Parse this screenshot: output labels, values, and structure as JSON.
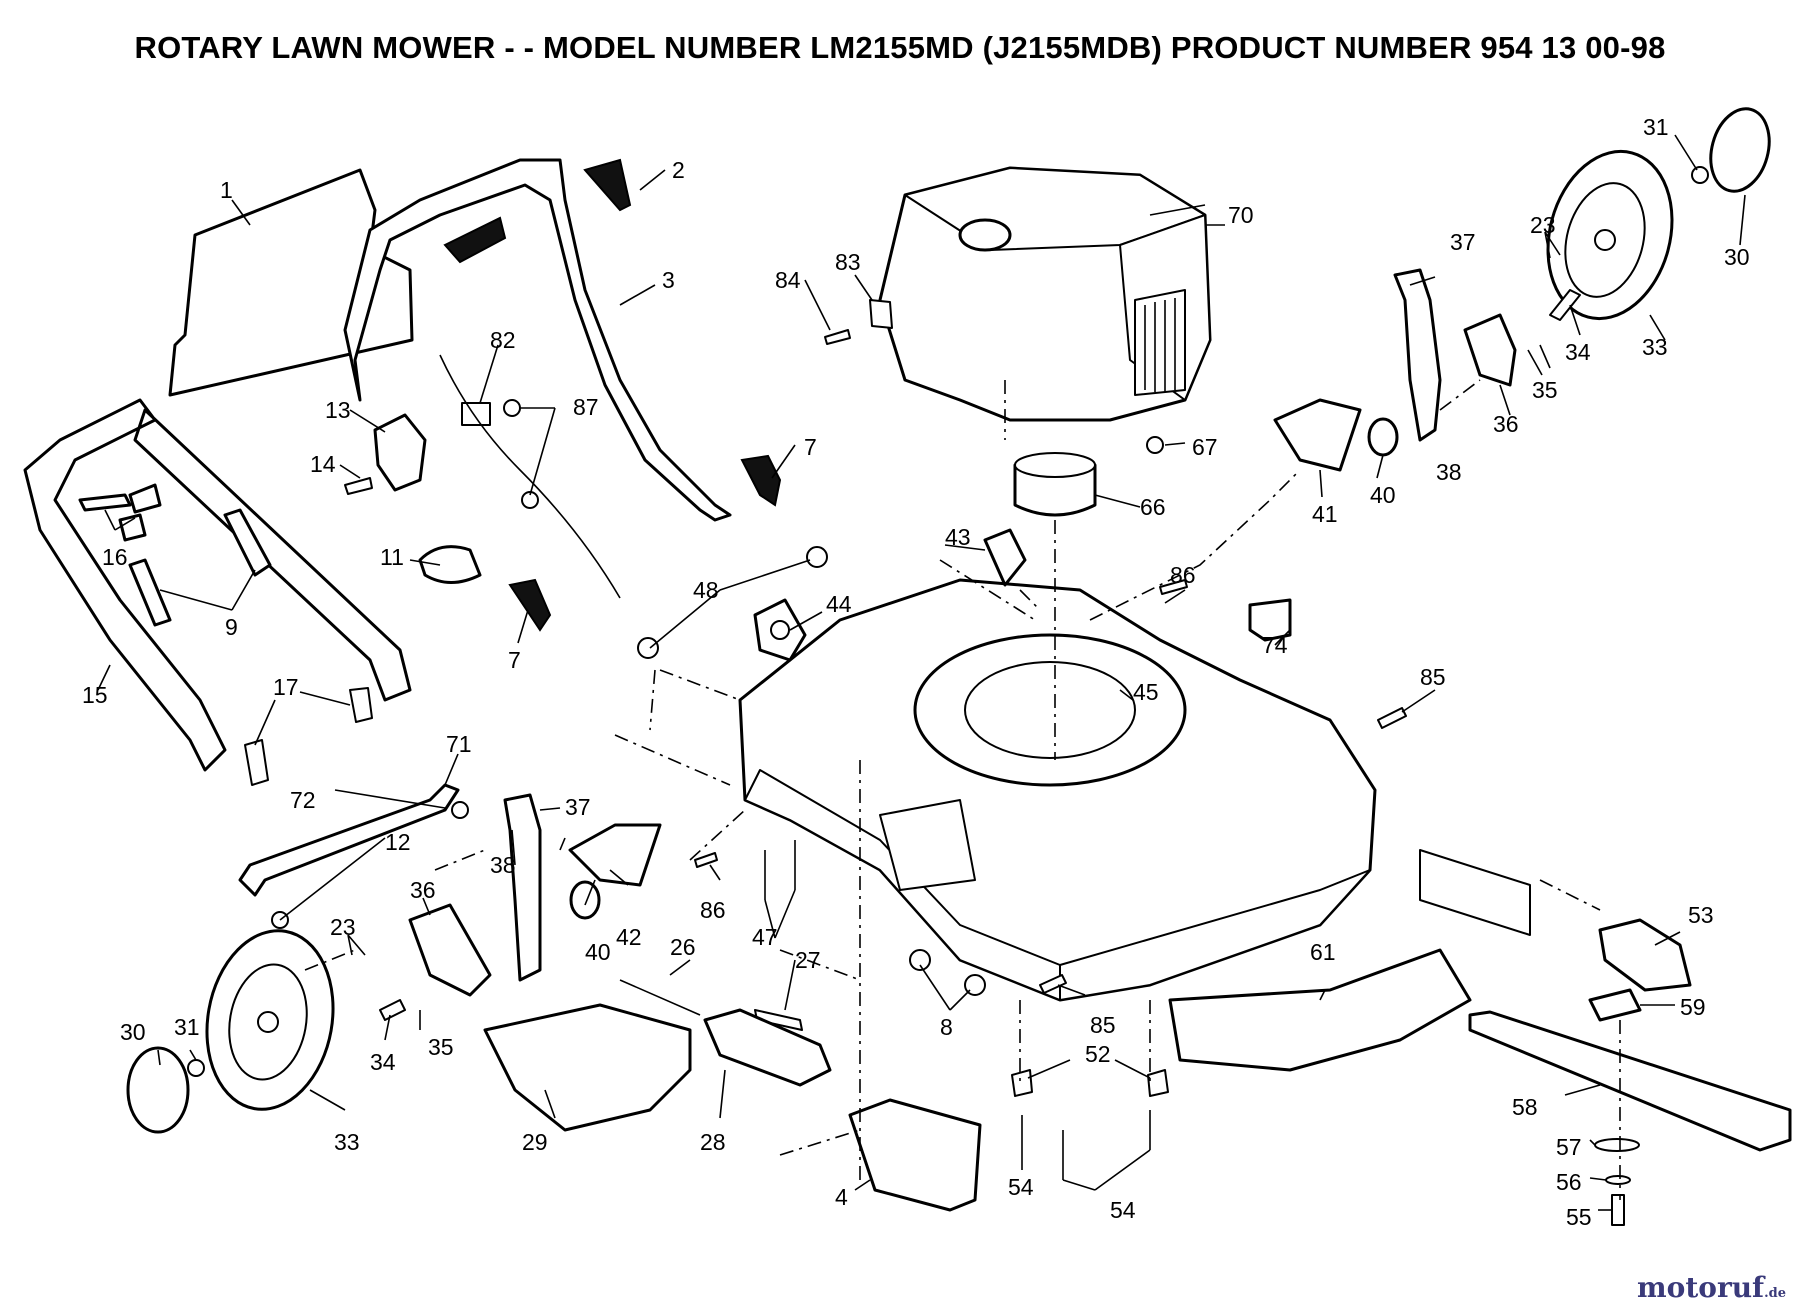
{
  "title": "ROTARY LAWN MOWER - - MODEL NUMBER LM2155MD (J2155MDB)  PRODUCT NUMBER  954 13 00-98",
  "watermark": {
    "text": "motoruf",
    "suffix": ".de",
    "color": "#3a3a7a"
  },
  "callouts": {
    "c1": "1",
    "c2": "2",
    "c3": "3",
    "c4": "4",
    "c7a": "7",
    "c7b": "7",
    "c8": "8",
    "c9": "9",
    "c11": "11",
    "c12": "12",
    "c13": "13",
    "c14": "14",
    "c15": "15",
    "c16": "16",
    "c17": "17",
    "c23a": "23",
    "c23b": "23",
    "c26": "26",
    "c27": "27",
    "c28": "28",
    "c29": "29",
    "c30a": "30",
    "c30b": "30",
    "c31a": "31",
    "c31b": "31",
    "c33a": "33",
    "c33b": "33",
    "c34a": "34",
    "c34b": "34",
    "c35a": "35",
    "c35b": "35",
    "c36a": "36",
    "c36b": "36",
    "c37a": "37",
    "c37b": "37",
    "c38a": "38",
    "c38b": "38",
    "c40a": "40",
    "c40b": "40",
    "c41": "41",
    "c42": "42",
    "c43": "43",
    "c44": "44",
    "c45": "45",
    "c47": "47",
    "c48": "48",
    "c52": "52",
    "c53": "53",
    "c54a": "54",
    "c54b": "54",
    "c55": "55",
    "c56": "56",
    "c57": "57",
    "c58": "58",
    "c59": "59",
    "c61": "61",
    "c66": "66",
    "c67": "67",
    "c70": "70",
    "c71": "71",
    "c72": "72",
    "c74": "74",
    "c82": "82",
    "c83": "83",
    "c84": "84",
    "c85a": "85",
    "c85b": "85",
    "c86a": "86",
    "c86b": "86",
    "c87": "87"
  }
}
